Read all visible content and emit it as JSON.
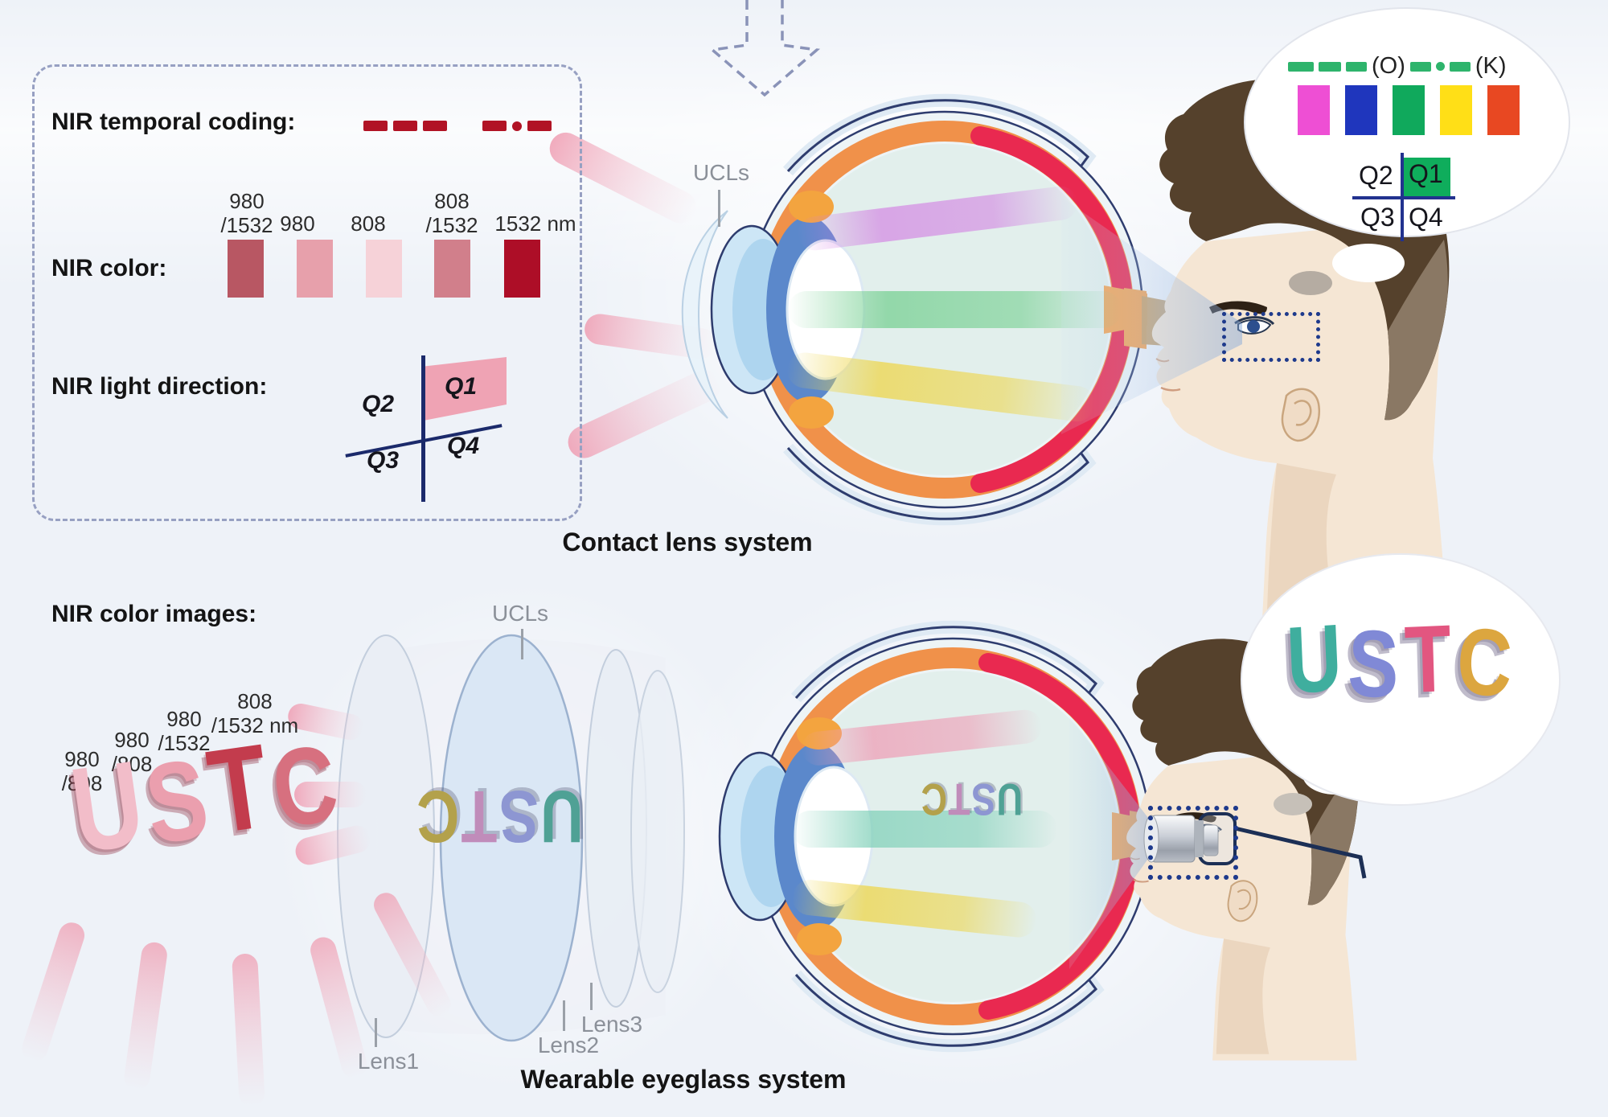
{
  "figure": {
    "background": "#eef2f8",
    "top": {
      "coding_label": "NIR temporal coding:",
      "color_label": "NIR color:",
      "direction_label": "NIR light direction:",
      "dash_color": "#b11325",
      "swatches": [
        {
          "line1": "980",
          "line2": "/1532",
          "color": "#b85763"
        },
        {
          "line1": "",
          "line2": "980",
          "color": "#e7a0ab"
        },
        {
          "line1": "",
          "line2": "808",
          "color": "#f6d2d8"
        },
        {
          "line1": "808",
          "line2": "/1532",
          "color": "#d17f8b"
        },
        {
          "line1": "",
          "line2": "1532 nm",
          "color": "#ad0e27"
        }
      ],
      "quad": {
        "q1": "Q1",
        "q2": "Q2",
        "q3": "Q3",
        "q4": "Q4",
        "q1_fill": "#efa3b4"
      },
      "ucls_label": "UCLs",
      "caption": "Contact lens system"
    },
    "bubble_top": {
      "legend_o": "(O)",
      "legend_k": "(K)",
      "dash_color": "#2eb46c",
      "swatch_colors": [
        "#ee4fd4",
        "#1f36bd",
        "#10a95c",
        "#ffdf17",
        "#e84822"
      ],
      "quad": {
        "q1": "Q1",
        "q2": "Q2",
        "q3": "Q3",
        "q4": "Q4",
        "q1_fill": "#0fad5c"
      }
    },
    "bottom": {
      "images_label": "NIR color images:",
      "wavelengths": [
        {
          "line1": "980",
          "line2": "/808"
        },
        {
          "line1": "980",
          "line2": "/808"
        },
        {
          "line1": "980",
          "line2": "/1532"
        },
        {
          "line1": "808",
          "line2": "/1532 nm"
        }
      ],
      "source_ustc": [
        {
          "ch": "U",
          "color": "#f2bdc9"
        },
        {
          "ch": "S",
          "color": "#eb9fae"
        },
        {
          "ch": "T",
          "color": "#c33c4d"
        },
        {
          "ch": "C",
          "color": "#d7707f"
        }
      ],
      "ucls_label": "UCLs",
      "lens_labels": [
        "Lens1",
        "Lens2",
        "Lens3"
      ],
      "lens_ustc": [
        {
          "ch": "U",
          "color": "#4fa195"
        },
        {
          "ch": "S",
          "color": "#8d96d2"
        },
        {
          "ch": "T",
          "color": "#c08cba"
        },
        {
          "ch": "C",
          "color": "#b3a14b"
        }
      ],
      "retina_ustc": [
        {
          "ch": "U",
          "color": "#4fa195"
        },
        {
          "ch": "S",
          "color": "#8d96d2"
        },
        {
          "ch": "T",
          "color": "#c08cba"
        },
        {
          "ch": "C",
          "color": "#b3a14b"
        }
      ],
      "caption": "Wearable eyeglass system"
    },
    "bubble_bottom": {
      "ustc": [
        {
          "ch": "U",
          "color": "#3fae9e"
        },
        {
          "ch": "S",
          "color": "#8089d6"
        },
        {
          "ch": "T",
          "color": "#e25680"
        },
        {
          "ch": "C",
          "color": "#dca63f"
        }
      ]
    }
  }
}
